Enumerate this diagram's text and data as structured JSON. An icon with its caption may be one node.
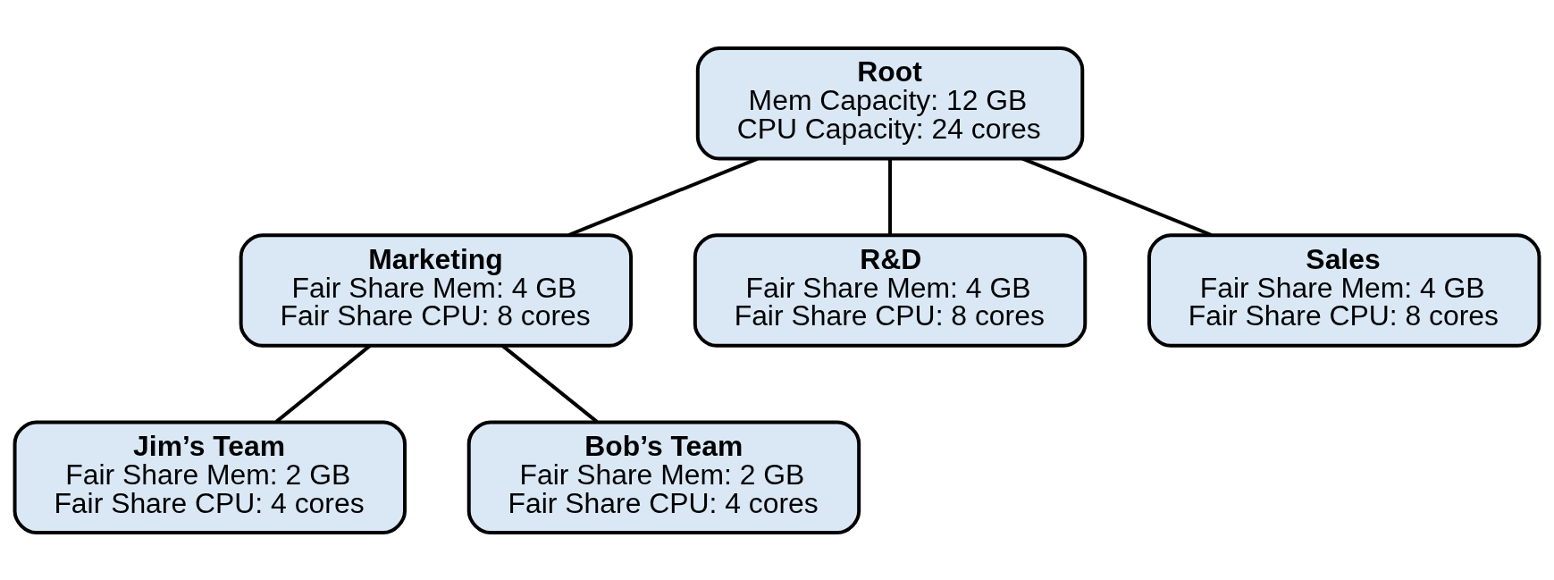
{
  "diagram": {
    "nodes": [
      {
        "text": [
          "Root",
          "Mem Capacity: 12 GB",
          "CPU Capacity: 24 cores"
        ]
      },
      {
        "text": [
          "Marketing",
          "Fair Share Mem: 4 GB",
          "Fair Share CPU: 8 cores"
        ]
      },
      {
        "text": [
          "R&D",
          "Fair Share Mem: 4 GB",
          "Fair Share CPU: 8 cores"
        ]
      },
      {
        "text": [
          "Sales",
          "Fair Share Mem: 4 GB",
          "Fair Share CPU: 8 cores"
        ]
      },
      {
        "text": [
          "Jim’s Team",
          "Fair Share Mem: 2 GB",
          "Fair Share CPU: 4 cores"
        ]
      },
      {
        "text": [
          "Bob’s Team",
          "Fair Share Mem: 2 GB",
          "Fair Share CPU: 4 cores"
        ]
      }
    ],
    "edges": [
      {
        "from": 0,
        "to": 1,
        "arrow": "none"
      },
      {
        "from": 0,
        "to": 2,
        "arrow": "none"
      },
      {
        "from": 0,
        "to": 3,
        "arrow": "none"
      },
      {
        "from": 1,
        "to": 4,
        "arrow": "none"
      },
      {
        "from": 1,
        "to": 5,
        "arrow": "none"
      }
    ]
  }
}
